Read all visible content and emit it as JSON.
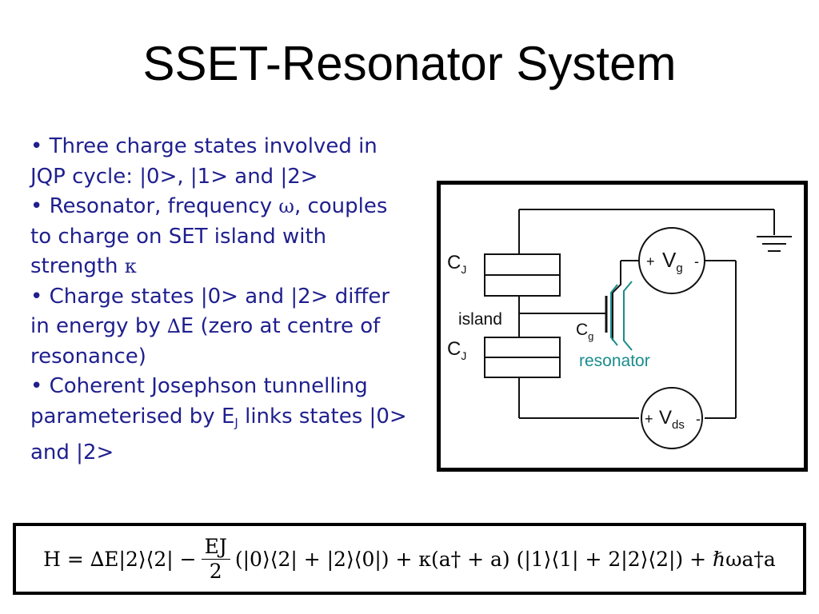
{
  "title": "SSET-Resonator System",
  "bullets": [
    {
      "prefix": "• Three charge states involved in JQP cycle: |0>, |1> and |2>"
    },
    {
      "prefix": "• Resonator, frequency ",
      "omega": "ω",
      "mid": ", couples to charge on SET island with strength ",
      "kappa": "κ"
    },
    {
      "prefix": "• Charge states |0> and |2> differ in energy by ",
      "delta": "∆",
      "suffix": "E (zero at centre of resonance)"
    },
    {
      "prefix": "• Coherent Josephson tunnelling parameterised by E",
      "sub": "J",
      "suffix": " links states |0> and |2>"
    }
  ],
  "circuit": {
    "cj_top": "C",
    "cj_top_sub": "J",
    "cj_bottom": "C",
    "cj_bottom_sub": "J",
    "island": "island",
    "cg": "C",
    "cg_sub": "g",
    "resonator": "resonator",
    "vg_plus": "+",
    "vg": "V",
    "vg_sub": "g",
    "vg_minus": "-",
    "vds_plus": "+",
    "vds": "V",
    "vds_sub": "ds",
    "vds_minus": "-",
    "resonator_color": "#1a8c8c"
  },
  "equation": {
    "lhs": "H = ∆E|2⟩⟨2| −",
    "frac_num": "EJ",
    "frac_den": "2",
    "rhs": "(|0⟩⟨2| + |2⟩⟨0|) + κ(a† + a) (|1⟩⟨1| + 2|2⟩⟨2|) + ℏωa†a"
  }
}
